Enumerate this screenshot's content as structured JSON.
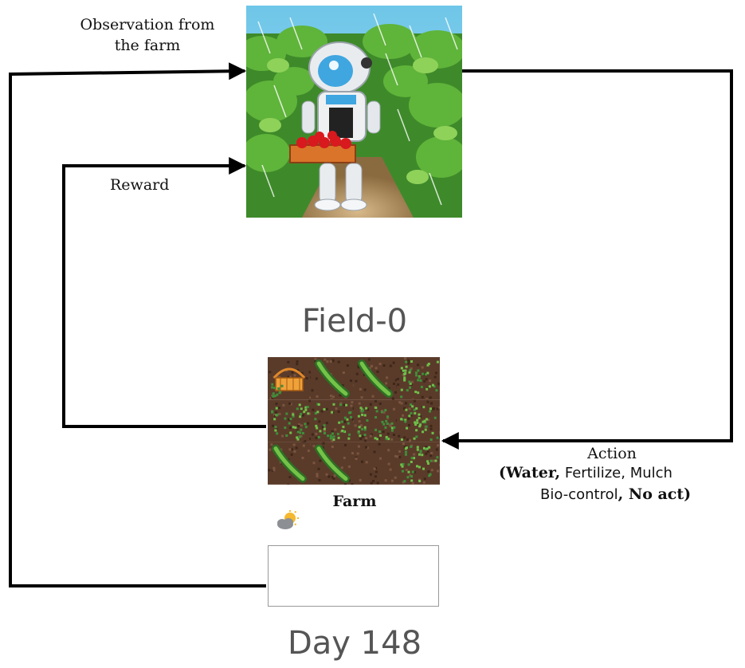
{
  "diagram": {
    "observation_label": [
      "Observation from",
      "the farm"
    ],
    "reward_label": "Reward",
    "field_title": "Field-0",
    "farm_label": "Farm",
    "action_title": "Action",
    "action_line1": {
      "open": "(",
      "water": "Water,",
      "rest": " Fertilize, Mulch"
    },
    "action_line2": {
      "biocontrol": "Bio-control",
      "comma": ",",
      "noact": " No act)"
    },
    "day_title": "Day 148"
  },
  "farm_grid": [
    [
      "basket",
      "pea",
      "pea",
      "sprout"
    ],
    [
      "sprout",
      "sprout",
      "sprout",
      "sprout"
    ],
    [
      "pea",
      "pea",
      "soil",
      "sprout"
    ]
  ],
  "colors": {
    "soil": "#5a3b2a",
    "leaf": "#3f8f3a",
    "arrow": "#000000"
  },
  "icons": {
    "weather": "partly-cloudy-icon",
    "robot": "robot-farmer-illustration"
  }
}
